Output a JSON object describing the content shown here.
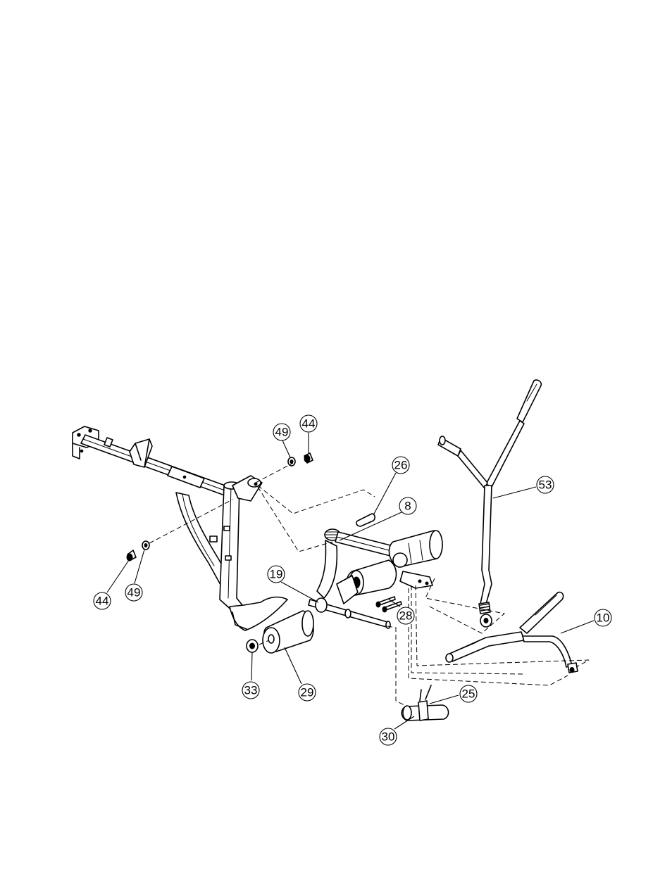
{
  "callouts": [
    {
      "id": "c44a",
      "label": "44"
    },
    {
      "id": "c49a",
      "label": "49"
    },
    {
      "id": "c26",
      "label": "26"
    },
    {
      "id": "c8",
      "label": "8"
    },
    {
      "id": "c53",
      "label": "53"
    },
    {
      "id": "c44b",
      "label": "44"
    },
    {
      "id": "c49b",
      "label": "49"
    },
    {
      "id": "c19",
      "label": "19"
    },
    {
      "id": "c28",
      "label": "28"
    },
    {
      "id": "c10",
      "label": "10"
    },
    {
      "id": "c33",
      "label": "33"
    },
    {
      "id": "c29",
      "label": "29"
    },
    {
      "id": "c25",
      "label": "25"
    },
    {
      "id": "c30",
      "label": "30"
    }
  ]
}
